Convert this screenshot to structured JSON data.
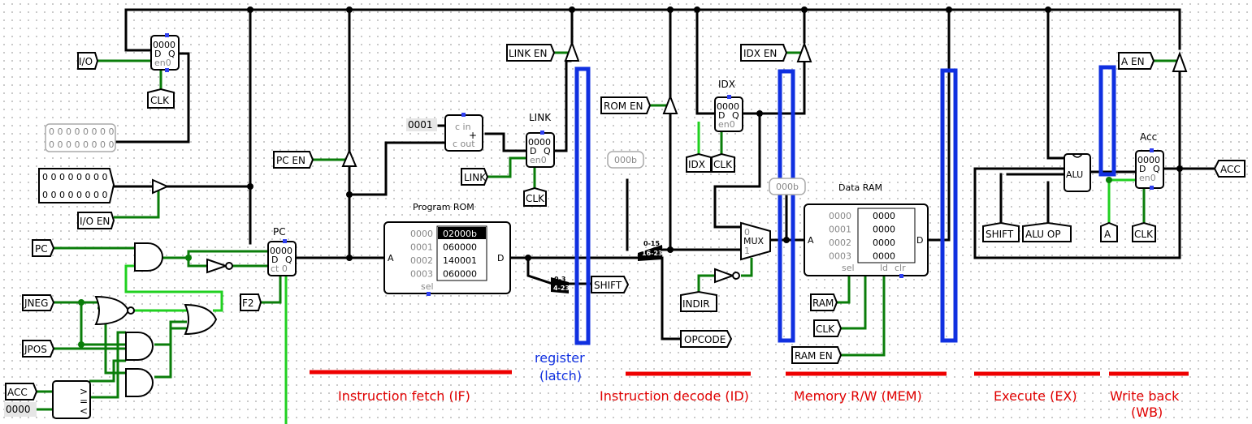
{
  "inputs": {
    "io": "I/O",
    "clk": "CLK",
    "pc_en": "PC EN",
    "io_en": "I/O EN",
    "pc": "PC",
    "jneg": "JNEG",
    "jpos": "JPOS",
    "acc": "ACC",
    "f2": "F2",
    "link_en": "LINK EN",
    "link": "LINK",
    "rom_en": "ROM EN",
    "idx_en": "IDX EN",
    "idx": "IDX",
    "indir": "INDIR",
    "ram": "RAM",
    "ram_en": "RAM EN",
    "a_en": "A EN",
    "a": "A",
    "shift": "SHIFT",
    "alu_op": "ALU OP"
  },
  "outputs": {
    "shift": "SHIFT",
    "opcode": "OPCODE",
    "acc": "ACC"
  },
  "constants": {
    "adder_const": "0001",
    "zero_const": "0000",
    "probe_000b_1": "000b",
    "probe_000b_2": "000b",
    "io_display_row1": "0 0 0 0 0 0 0 0",
    "io_display_row2": "0 0 0 0 0 0 0 0",
    "io_input_row1": "0 0 0 0 0 0 0 0",
    "io_input_row2": "0 0 0 0 0 0 0 0"
  },
  "registers": {
    "io_reg": {
      "value": "0000",
      "d": "D",
      "q": "Q",
      "en": "en0"
    },
    "pc": {
      "label": "PC",
      "value": "0000",
      "d": "D",
      "q": "Q",
      "ct": "ct 0"
    },
    "link": {
      "label": "LINK",
      "value": "0000",
      "d": "D",
      "q": "Q",
      "en": "en0"
    },
    "idx": {
      "label": "IDX",
      "value": "0000",
      "d": "D",
      "q": "Q",
      "en": "en0"
    },
    "acc": {
      "label": "Acc",
      "value": "0000",
      "d": "D",
      "q": "Q",
      "en": "en0"
    }
  },
  "adder": {
    "cin": "c in",
    "cout": "c out",
    "plus": "+"
  },
  "comparator": {
    "gt": ">",
    "eq": "=",
    "lt": "<"
  },
  "program_rom": {
    "title": "Program ROM",
    "addr_pin": "A",
    "data_pin": "D",
    "sel": "sel",
    "rows": [
      {
        "addr": "0000",
        "value": "02000b",
        "selected": true
      },
      {
        "addr": "0001",
        "value": "060000",
        "selected": false
      },
      {
        "addr": "0002",
        "value": "140001",
        "selected": false
      },
      {
        "addr": "0003",
        "value": "060000",
        "selected": false
      }
    ]
  },
  "splitter_a": {
    "top": "0-15",
    "bottom": "16-23"
  },
  "splitter_b": {
    "top": "0-3",
    "bottom": "4-23"
  },
  "mux": {
    "label": "MUX",
    "in0": "0",
    "in1": "1"
  },
  "data_ram": {
    "title": "Data RAM",
    "addr_pin": "A",
    "data_pin": "D",
    "sel": "sel",
    "ld": "ld",
    "clr": "clr",
    "rows": [
      {
        "addr": "0000",
        "value": "0000"
      },
      {
        "addr": "0001",
        "value": "0000"
      },
      {
        "addr": "0002",
        "value": "0000"
      },
      {
        "addr": "0003",
        "value": "0000"
      }
    ]
  },
  "alu": {
    "label": "ALU"
  },
  "latch_label": {
    "line1": "register",
    "line2": "(latch)"
  },
  "stages": [
    {
      "name": "Instruction fetch (IF)"
    },
    {
      "name": "Instruction decode (ID)"
    },
    {
      "name": "Memory R/W (MEM)"
    },
    {
      "name": "Execute (EX)"
    },
    {
      "name": "Write back",
      "line2": "(WB)"
    }
  ],
  "colors": {
    "stage_red": "#ee0000",
    "latch_blue": "#1030e0",
    "wire_green": "#0a7d0a",
    "wire_lightgreen": "#20d020"
  }
}
